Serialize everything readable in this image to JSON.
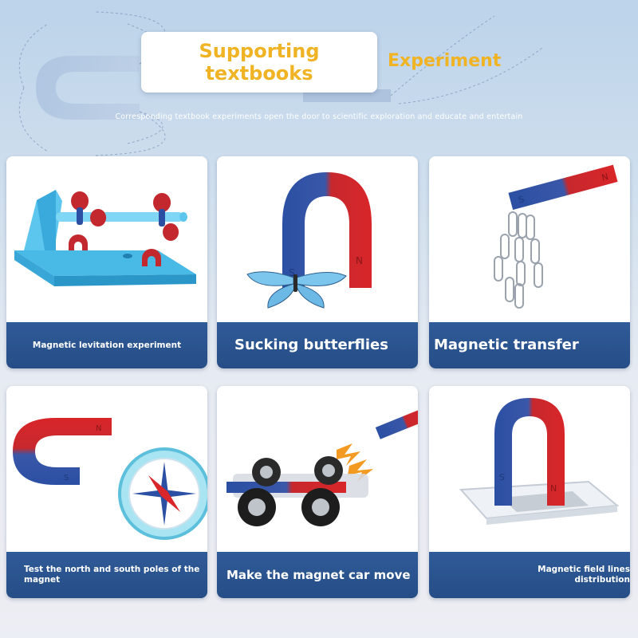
{
  "header": {
    "title": "Supporting\ntextbooks",
    "title_word": "Experiment",
    "subtitle": "Corresponding textbook experiments open the door to scientific exploration and educate and entertain"
  },
  "colors": {
    "accent": "#f0b323",
    "card_bar": "#2f5b98",
    "magnet_red": "#d8262a",
    "magnet_blue": "#2b4fa3"
  },
  "cards": [
    {
      "label": "Magnetic levitation experiment"
    },
    {
      "label": "Sucking butterflies",
      "pole_s": "S",
      "pole_n": "N"
    },
    {
      "label": "Magnetic transfer",
      "pole_s": "S",
      "pole_n": "N"
    },
    {
      "label": "Test the north and south poles of the magnet",
      "pole_s": "S",
      "pole_n": "N"
    },
    {
      "label": "Make the magnet car move"
    },
    {
      "label": "Magnetic field lines distribution",
      "pole_s": "S",
      "pole_n": "N"
    }
  ]
}
